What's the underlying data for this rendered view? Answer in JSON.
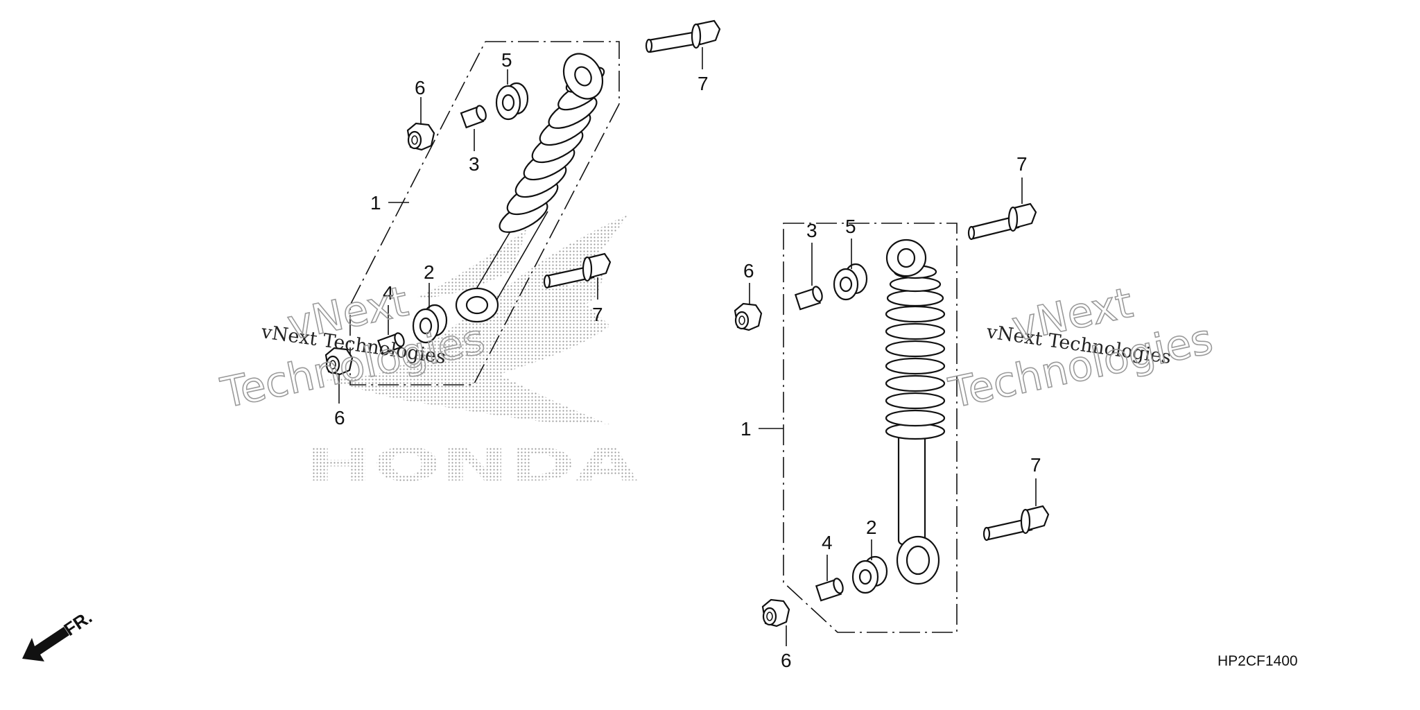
{
  "callouts": {
    "left": {
      "n1": "1",
      "n2": "2",
      "n3": "3",
      "n4": "4",
      "n5": "5",
      "n6_top": "6",
      "n6_bottom": "6",
      "n7_top": "7",
      "n7_mid": "7"
    },
    "right": {
      "n1": "1",
      "n2": "2",
      "n3": "3",
      "n4": "4",
      "n5": "5",
      "n6_top": "6",
      "n6_bottom": "6",
      "n7_top": "7",
      "n7_bottom": "7"
    }
  },
  "watermarks": {
    "left_line1": "vNext Technologies",
    "left_outline1": "vNext",
    "left_outline2": "Technologies",
    "right_line1": "vNext Technologies",
    "right_outline1": "vNext",
    "right_outline2": "Technologies"
  },
  "logo": {
    "text": "HONDA"
  },
  "direction": {
    "label": "FR."
  },
  "diagram_code": "HP2CF1400",
  "colors": {
    "line": "#111111",
    "background": "#ffffff",
    "logo_dots": "#9a9a9a",
    "watermark": "#9a9a9a"
  },
  "icons": {
    "direction": "front-arrow-icon"
  }
}
